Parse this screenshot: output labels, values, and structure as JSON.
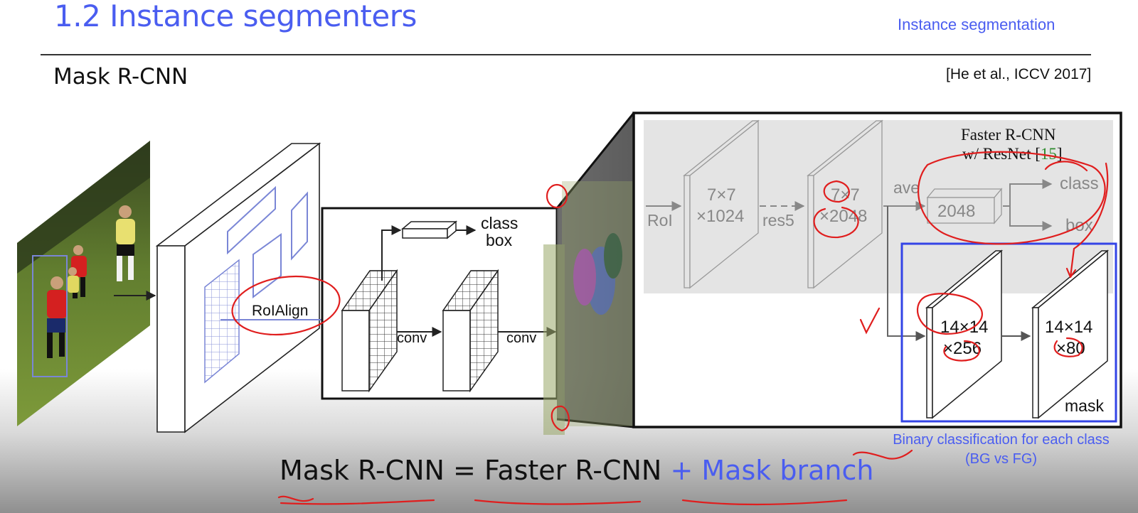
{
  "header": {
    "title": "1.2 Instance segmenters",
    "section_tag": "Instance segmentation"
  },
  "subtitle": "Mask R-CNN",
  "citation": "[He et al., ICCV 2017]",
  "diagram": {
    "roialign_label": "RoIAlign",
    "class_label": "class",
    "box_label": "box",
    "conv1_label": "conv",
    "conv2_label": "conv",
    "inset": {
      "caption_line1": "Faster R-CNN",
      "caption_line2_prefix": "w/ ResNet [",
      "caption_ref": "15",
      "caption_line2_suffix": "]",
      "roi_label": "RoI",
      "block1_line1": "7×7",
      "block1_line2": "×1024",
      "res5_label": "res5",
      "block2_line1": "7×7",
      "block2_line2": "×2048",
      "ave_label": "ave",
      "fc_label": "2048",
      "class_label": "class",
      "box_label": "box",
      "mask_block1_line1": "14×14",
      "mask_block1_line2": "×256",
      "mask_block2_line1": "14×14",
      "mask_block2_line2": "×80",
      "mask_label": "mask"
    }
  },
  "footnote": {
    "line1": "Binary classification for each class",
    "line2": "(BG vs FG)"
  },
  "equation": {
    "lhs": "Mask R-CNN",
    "equals": "=",
    "term1": "Faster R-CNN",
    "plus": "+",
    "term2": "Mask branch"
  },
  "colors": {
    "title_blue": "#4a5df0",
    "annotation_red": "#e01e1e",
    "roi_box_blue": "#7a86d6",
    "mask_box_blue": "#3344e6"
  }
}
